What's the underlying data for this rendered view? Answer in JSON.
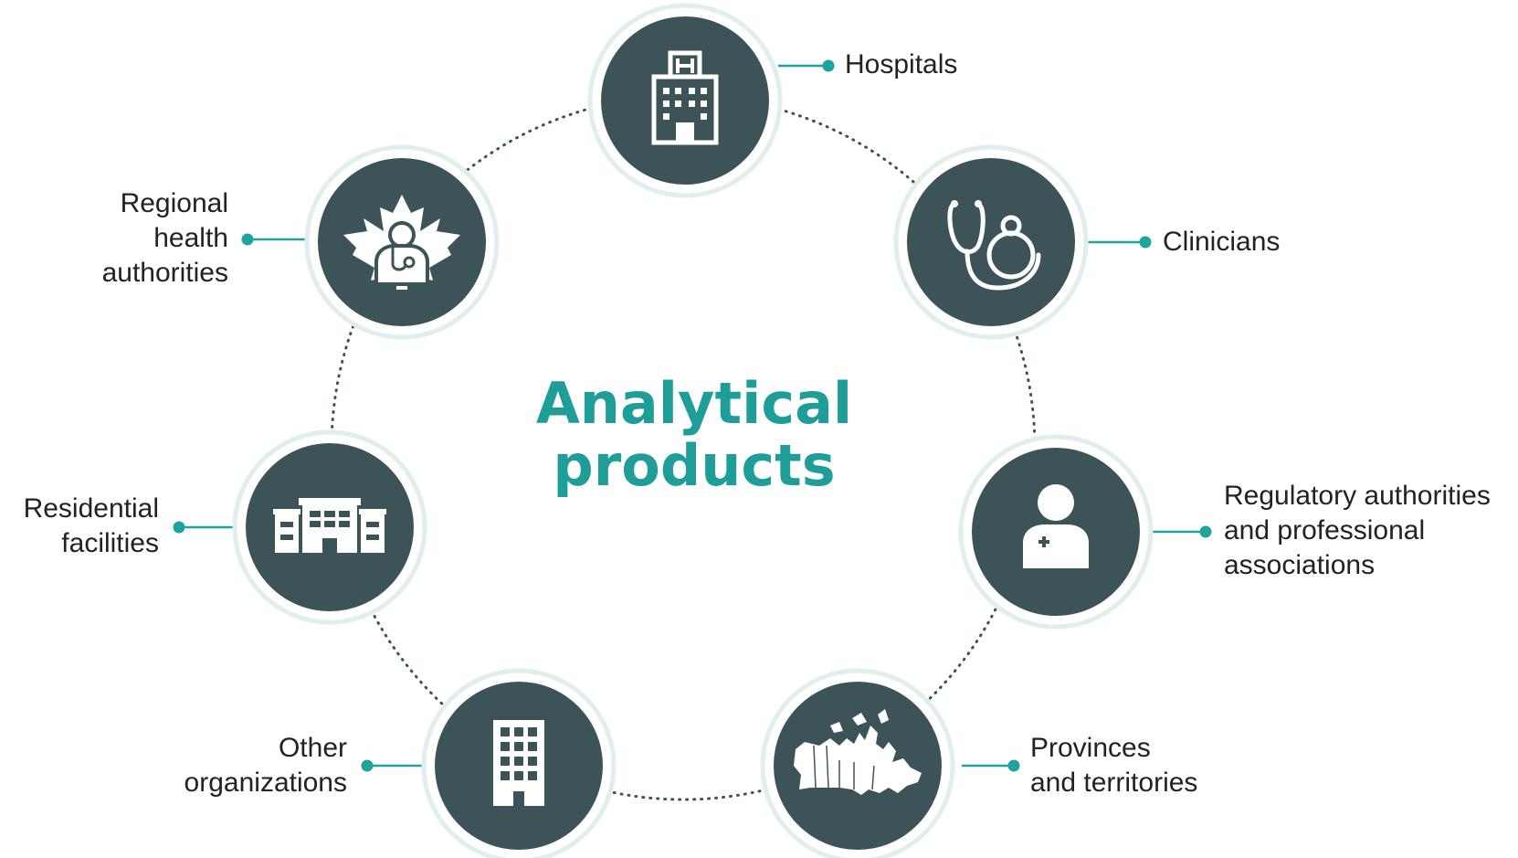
{
  "colors": {
    "node_fill": "#3c5457",
    "ring": "#e1efec",
    "accent": "#1fa39c",
    "title": "#1f9e99",
    "dots": "#3c5457",
    "label_text": "#222222"
  },
  "center": {
    "line1": "Analytical",
    "line2": "products"
  },
  "nodes": [
    {
      "id": "hospitals",
      "icon": "hospital-icon",
      "label_lines": [
        "Hospitals"
      ]
    },
    {
      "id": "clinicians",
      "icon": "stethoscope-icon",
      "label_lines": [
        "Clinicians"
      ]
    },
    {
      "id": "regulatory",
      "icon": "nurse-icon",
      "label_lines": [
        "Regulatory authorities",
        "and professional",
        "associations"
      ]
    },
    {
      "id": "provinces",
      "icon": "canada-map-icon",
      "label_lines": [
        "Provinces",
        "and territories"
      ]
    },
    {
      "id": "other",
      "icon": "office-building-icon",
      "label_lines": [
        "Other",
        "organizations"
      ]
    },
    {
      "id": "residential",
      "icon": "residential-building-icon",
      "label_lines": [
        "Residential",
        "facilities"
      ]
    },
    {
      "id": "regional",
      "icon": "maple-leaf-doctor-icon",
      "label_lines": [
        "Regional",
        "health",
        "authorities"
      ]
    }
  ]
}
